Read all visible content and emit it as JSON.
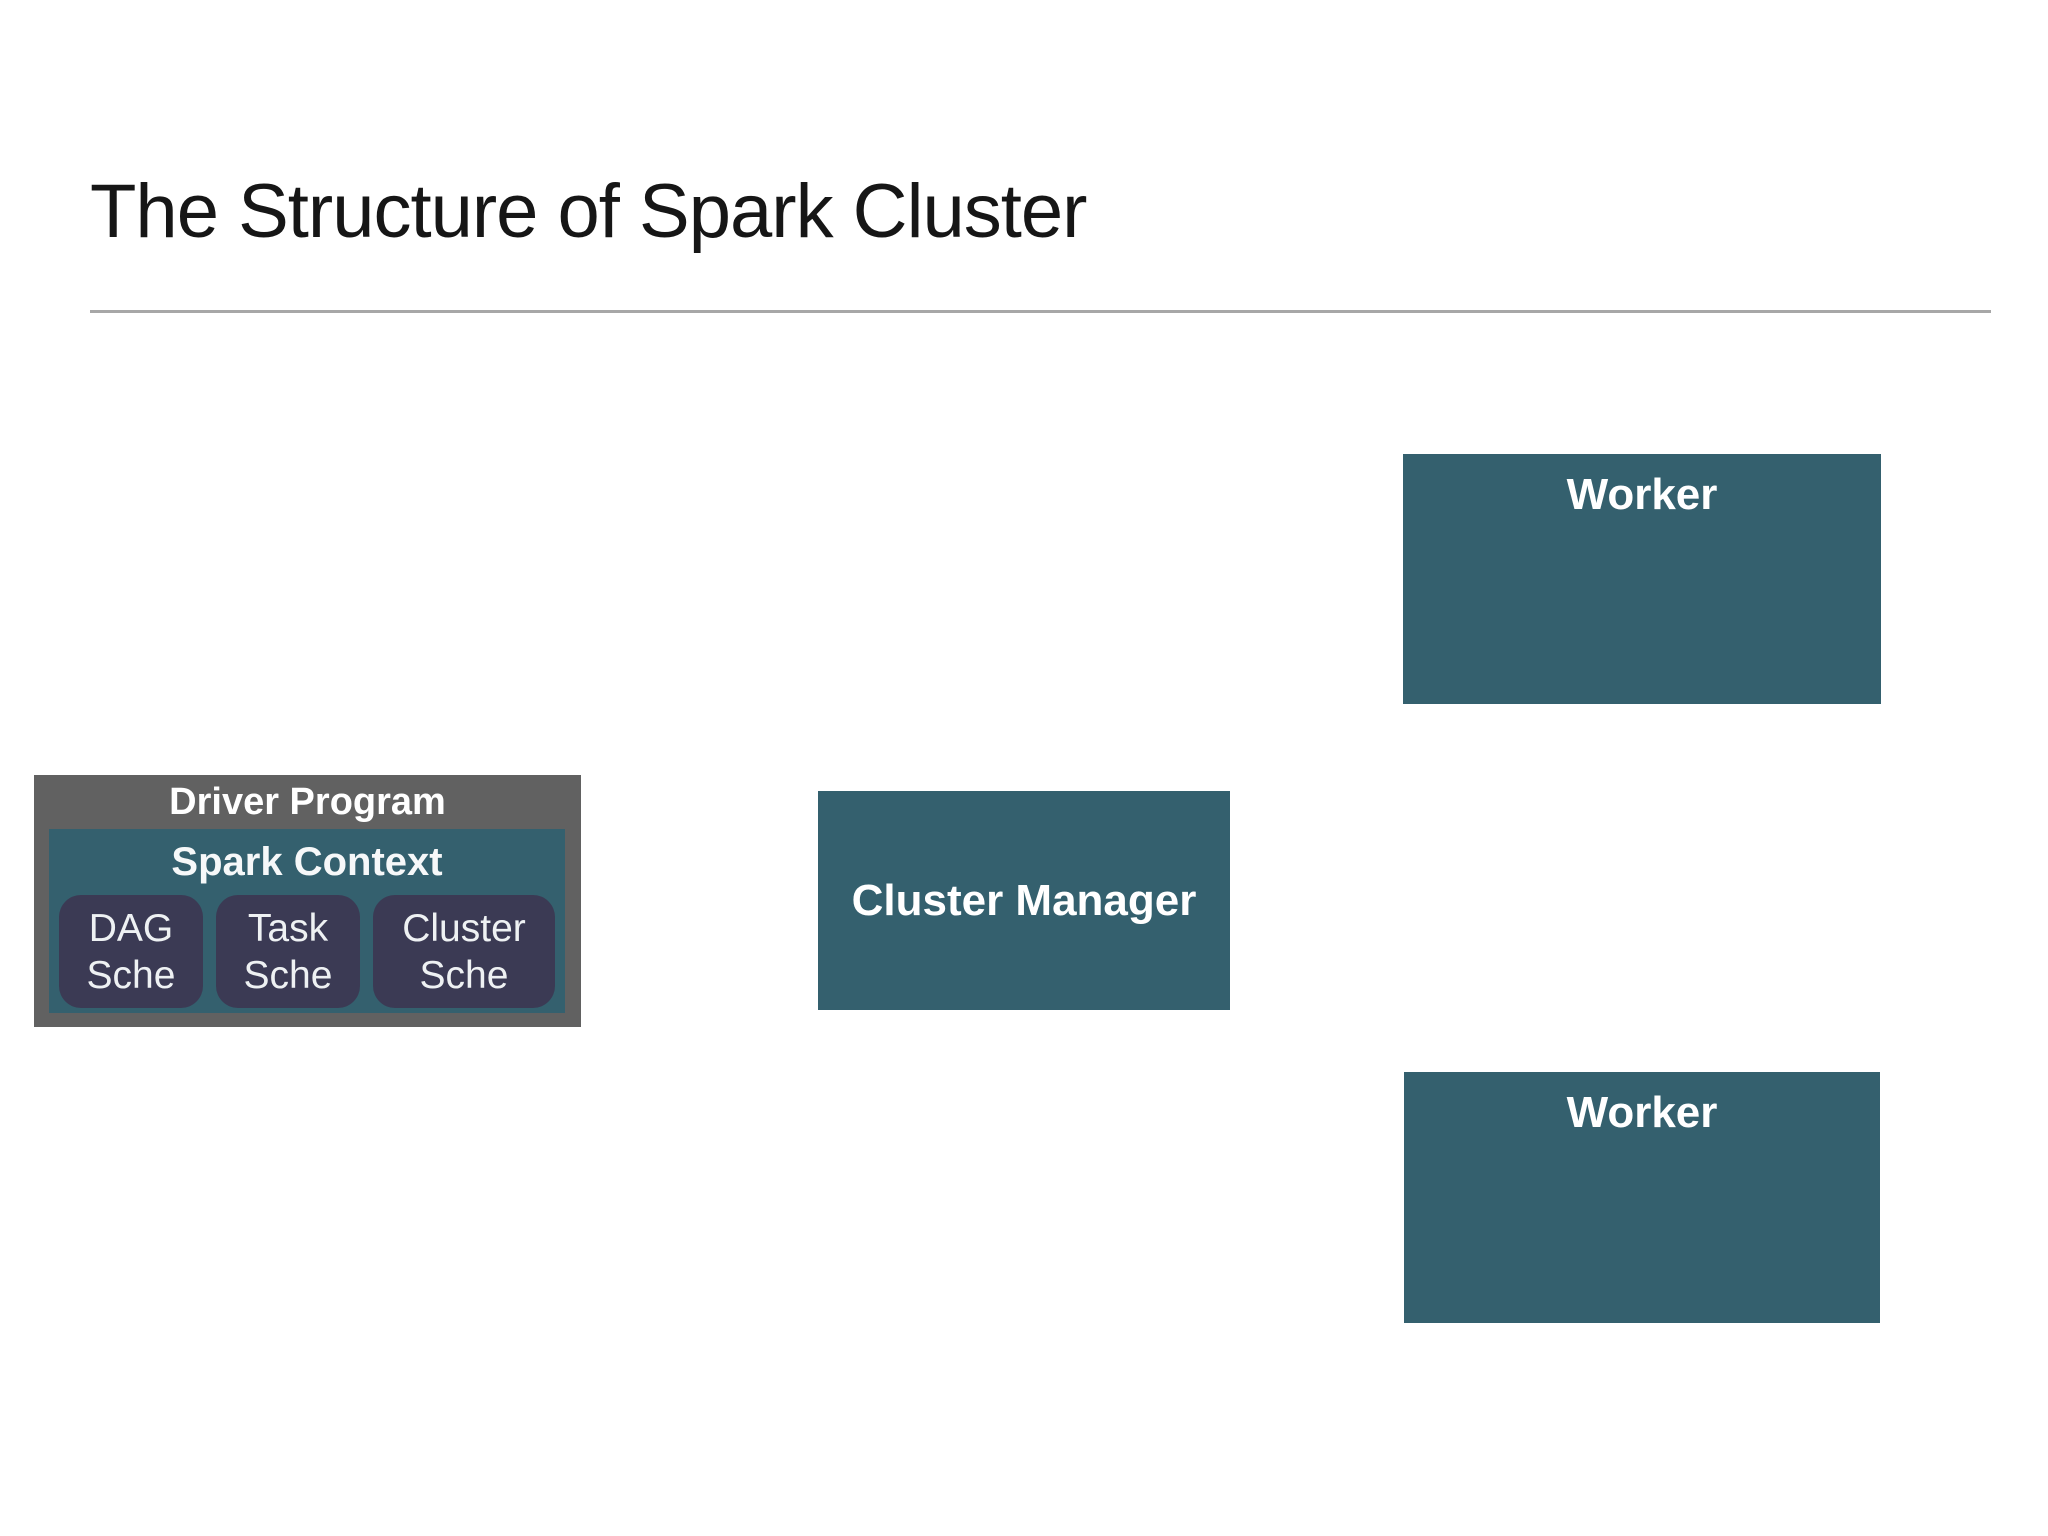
{
  "slide": {
    "title": "The Structure of Spark Cluster"
  },
  "driver_program": {
    "label": "Driver Program",
    "spark_context": {
      "label": "Spark Context",
      "schedulers": [
        {
          "line1": "DAG",
          "line2": "Sche"
        },
        {
          "line1": "Task",
          "line2": "Sche"
        },
        {
          "line1": "Cluster",
          "line2": "Sche"
        }
      ]
    }
  },
  "cluster_manager": {
    "label": "Cluster Manager"
  },
  "workers": [
    {
      "label": "Worker"
    },
    {
      "label": "Worker"
    }
  ],
  "colors": {
    "box_teal": "#34606e",
    "driver_gray": "#616161",
    "scheduler_navy": "#3b3a54",
    "rule_gray": "#a7a7a7",
    "title_text": "#161616",
    "box_text": "#ffffff"
  }
}
